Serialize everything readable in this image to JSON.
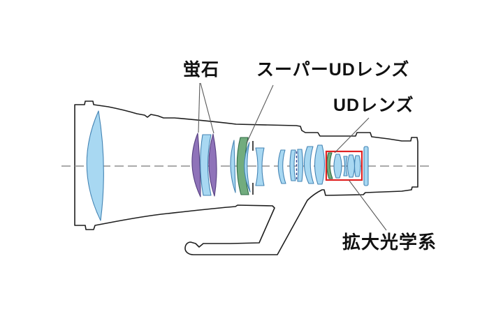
{
  "diagram": {
    "type": "telephoto-lens-optical-cross-section",
    "labels": {
      "fluorite": "蛍石",
      "super_ud": "スーパーUDレンズ",
      "ud": "UDレンズ",
      "magnifying_optics": "拡大光学系"
    },
    "annotations": [
      {
        "label": "蛍石",
        "target": "fluorite-elements",
        "leader_lines": 2
      },
      {
        "label": "スーパーUDレンズ",
        "target": "super-ud-element",
        "leader_lines": 1
      },
      {
        "label": "UDレンズ",
        "target": "ud-element",
        "leader_lines": 1
      },
      {
        "label": "拡大光学系",
        "target": "magnifying-optics-group",
        "leader_lines": 1
      }
    ]
  },
  "colors": {
    "bg": "#ffffff",
    "outline_black": "#1e1e1e",
    "centerline_gray": "#8f8f8f",
    "leader_gray": "#5a5a5a",
    "lens_blue": "#a8d8f2",
    "lens_blue_border": "#4484b4",
    "fluorite_purple": "#8f73b9",
    "fluorite_purple_border": "#553f80",
    "ud_green": "#72ac7e",
    "ud_green_border": "#2f6b46",
    "highlight_red": "#e02222",
    "interface_navy": "#2b3f8c",
    "label_black": "#111111"
  }
}
